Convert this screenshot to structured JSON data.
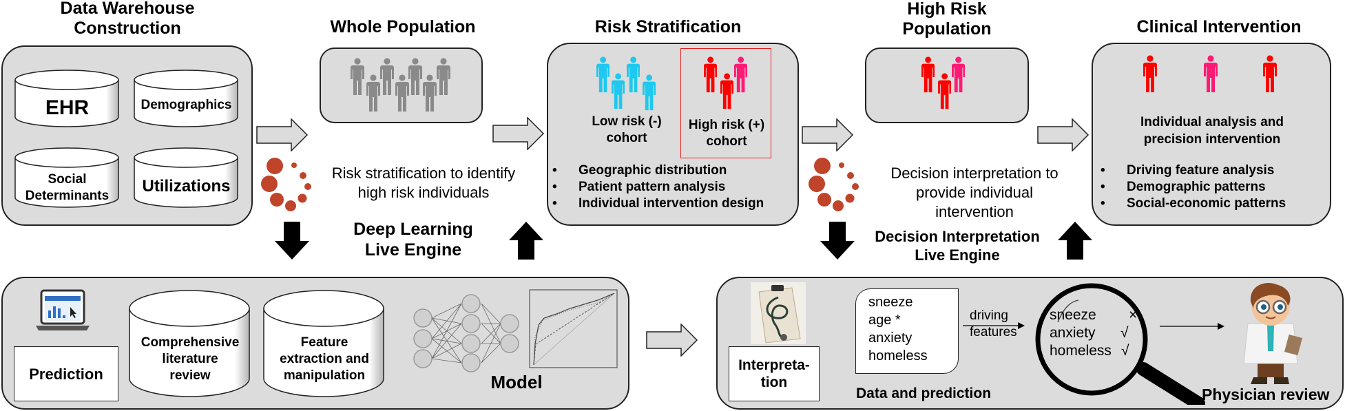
{
  "stages": {
    "warehouse": {
      "title_line1": "Data Warehouse",
      "title_line2": "Construction",
      "sources": [
        "EHR",
        "Demographics",
        "Social Determinants",
        "Utilizations"
      ],
      "sources_lines": {
        "social_1": "Social",
        "social_2": "Determinants"
      }
    },
    "whole_population": {
      "title": "Whole Population",
      "people_count": 7,
      "people_color": "#8a8a8a"
    },
    "risk_stratification": {
      "title": "Risk Stratification",
      "low_risk_line1": "Low risk (-)",
      "low_risk_line2": "cohort",
      "high_risk_line1": "High risk (+)",
      "high_risk_line2": "cohort",
      "bullets": [
        "Geographic distribution",
        "Patient pattern analysis",
        "Individual intervention design"
      ]
    },
    "high_risk_population": {
      "title_line1": "High Risk",
      "title_line2": "Population"
    },
    "clinical_intervention": {
      "title": "Clinical Intervention",
      "subtitle_line1": "Individual analysis and",
      "subtitle_line2": "precision intervention",
      "bullets": [
        "Driving feature analysis",
        "Demographic patterns",
        "Social-economic patterns"
      ]
    }
  },
  "process_text": {
    "risk_line1": "Risk stratification to identify",
    "risk_line2": "high risk individuals",
    "decision_line1": "Decision interpretation to",
    "decision_line2": "provide individual",
    "decision_line3": "intervention"
  },
  "engines": {
    "deep_learning_line1": "Deep Learning",
    "deep_learning_line2": "Live Engine",
    "decision_line1": "Decision Interpretation",
    "decision_line2": "Live Engine"
  },
  "prediction_panel": {
    "label": "Prediction",
    "literature_line1": "Comprehensive",
    "literature_line2": "literature",
    "literature_line3": "review",
    "feature_line1": "Feature",
    "feature_line2": "extraction and",
    "feature_line3": "manipulation",
    "model_label": "Model"
  },
  "interpretation_panel": {
    "label_line1": "Interpreta-",
    "label_line2": "tion",
    "features": [
      "sneeze",
      "age *",
      "anxiety",
      "homeless"
    ],
    "data_label": "Data and prediction",
    "arrow_label_line1": "driving",
    "arrow_label_line2": "features",
    "reviewed": [
      {
        "feature": "sneeze",
        "mark": "×"
      },
      {
        "feature": "anxiety",
        "mark": "√"
      },
      {
        "feature": "homeless",
        "mark": "√"
      }
    ],
    "physician_label": "Physician review"
  },
  "colors": {
    "panel_bg": "#dcdcdc",
    "low_risk": "#1ec8ee",
    "high_risk_red": "#ff0000",
    "high_risk_pink": "#ff1a75",
    "spinner": "#c0442a",
    "highlight_border": "#e0201e"
  }
}
